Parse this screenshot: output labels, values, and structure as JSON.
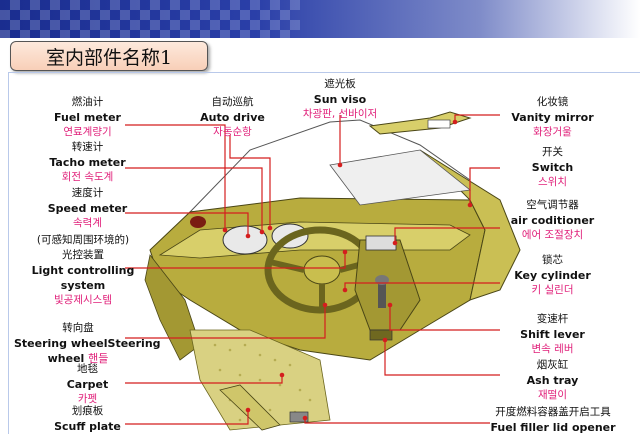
{
  "header": {
    "title": "室内部件名称1"
  },
  "labels": {
    "sun_visor": {
      "cn": "遮光板",
      "en": "Sun viso",
      "ko": "차광판, 선바이저"
    },
    "fuel_meter": {
      "cn": "燃油计",
      "en": "Fuel meter",
      "ko": "연료계량기"
    },
    "auto_drive": {
      "cn": "自动巡航",
      "en": "Auto drive",
      "ko": "자동순항"
    },
    "vanity_mirror": {
      "cn": "化妆镜",
      "en": "Vanity mirror",
      "ko": "화장거울"
    },
    "tacho_meter": {
      "cn": "转速计",
      "en": "Tacho meter",
      "ko": "회전 속도계"
    },
    "switch": {
      "cn": "开关",
      "en": "Switch",
      "ko": "스위치"
    },
    "speed_meter": {
      "cn": "速度计",
      "en": "Speed meter",
      "ko": "속력계"
    },
    "air_conditioner": {
      "cn": "空气调节器",
      "en": "air coditioner",
      "ko": "에어 조절장치"
    },
    "light_control": {
      "cn1": "(可感知周围环境的)",
      "cn2": "光控装置",
      "en1": "Light controlling",
      "en2": "system",
      "ko": "빛공제시스템"
    },
    "key_cylinder": {
      "cn": "锁芯",
      "en": "Key cylinder",
      "ko": "키 실린더"
    },
    "steering_wheel": {
      "cn": "转向盘",
      "en1": "Steering wheelSteering",
      "en2": "wheel",
      "ko": "핸들"
    },
    "shift_lever": {
      "cn": "变速杆",
      "en": "Shift lever",
      "ko": "변속 레버"
    },
    "carpet": {
      "cn": "地毯",
      "en": "Carpet",
      "ko": "카펫"
    },
    "ash_tray": {
      "cn": "烟灰缸",
      "en": "Ash tray",
      "ko": "재떨이"
    },
    "scuff_plate": {
      "cn": "划痕板",
      "en": "Scuff plate"
    },
    "fuel_filler": {
      "cn": "开度燃料容器盖开启工具",
      "en": "Fuel filler lid opener"
    }
  },
  "colors": {
    "pointer_red": "#d41e1e",
    "body_olive": "#b5a93a",
    "accent_ko": "#e0207a"
  }
}
